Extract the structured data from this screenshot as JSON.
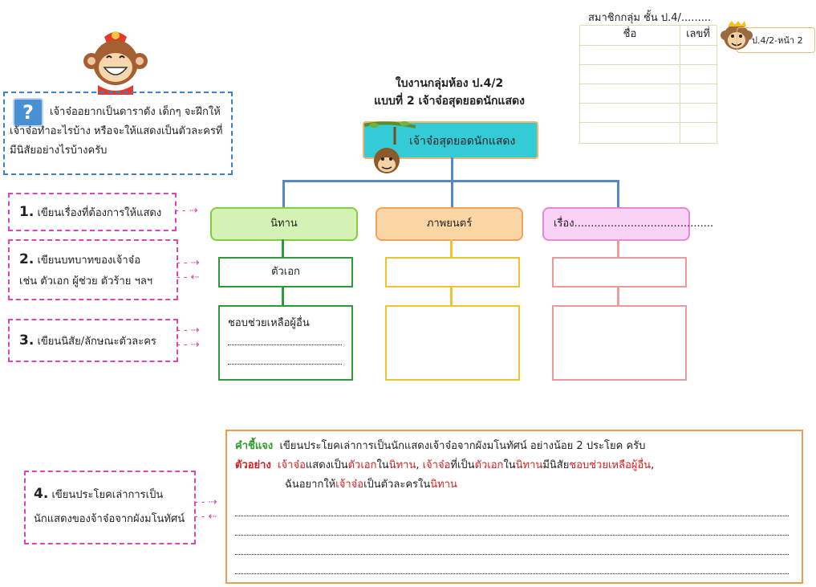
{
  "header": {
    "members_caption": "สมาชิกกลุ่ม ชั้น ป.4/.........",
    "col_name": "ชื่อ",
    "col_number": "เลขที่",
    "page_badge": "ป.4/2-หน้า 2"
  },
  "title": {
    "line1": "ใบงานกลุ่มห้อง ป.4/2",
    "line2": "แบบที่ 2 เจ้าจ๋อสุดยอดนักแสดง"
  },
  "question": {
    "icon": "question-icon",
    "text": "เจ้าจ๋ออยากเป็นดาราดัง เด็กๆ จะฝึกให้เจ้าจ๋อทำอะไรบ้าง หรือจะให้แสดงเป็นตัวละครที่มีนิสัยอย่างไรบ้างครับ"
  },
  "center_title": "เจ้าจ๋อสุดยอดนักแสดง",
  "steps": [
    {
      "num": "1.",
      "text": "เขียนเรื่องที่ต้องการให้แสดง"
    },
    {
      "num": "2.",
      "text": "เขียนบทบาทของเจ้าจ๋อ",
      "text2": "เช่น ตัวเอก ผู้ช่วย ตัวร้าย ฯลฯ"
    },
    {
      "num": "3.",
      "text": "เขียนนิสัย/ลักษณะตัวละคร"
    },
    {
      "num": "4.",
      "text": "เขียนประโยคเล่าการเป็น",
      "text2": "นักแสดงของจ้าจ๋อจากผังมโนทัศน์"
    }
  ],
  "categories": [
    {
      "label": "นิทาน",
      "role": "ตัวเอก",
      "trait": "ชอบช่วยเหลือผู้อื่น",
      "fill": "#d5f2b5",
      "border": "#7fcf3f",
      "line": "#2e9b3a"
    },
    {
      "label": "ภาพยนตร์",
      "role": "",
      "trait": "",
      "fill": "#fbd6a5",
      "border": "#f0a35a",
      "line": "#efc22e"
    },
    {
      "label": "เรื่อง..........................................",
      "role": "",
      "trait": "",
      "fill": "#f9d2f5",
      "border": "#e58ad8",
      "line": "#ec9a9a"
    }
  ],
  "instruction": {
    "label": "คำชี้แจง",
    "text": "เขียนประโยคเล่าการเป็นนักแสดงเจ้าจ๋อจากผังมโนทัศน์ อย่างน้อย 2 ประโยค ครับ",
    "example_label": "ตัวอย่าง",
    "ex_parts": [
      "เจ้าจ๋อ",
      "แสดงเป็น",
      "ตัวเอก",
      "ใน",
      "นิทาน",
      ", ",
      "เจ้าจ๋อ",
      "ที่เป็น",
      "ตัวเอก",
      "ใน",
      "นิทาน",
      "มีนิสัย",
      "ชอบช่วยเหลือผู้อื่น",
      ","
    ],
    "ex_line2_parts": [
      "ฉันอยากให้",
      "เจ้าจ๋อ",
      "เป็นตัวละครใน",
      "นิทาน"
    ]
  }
}
